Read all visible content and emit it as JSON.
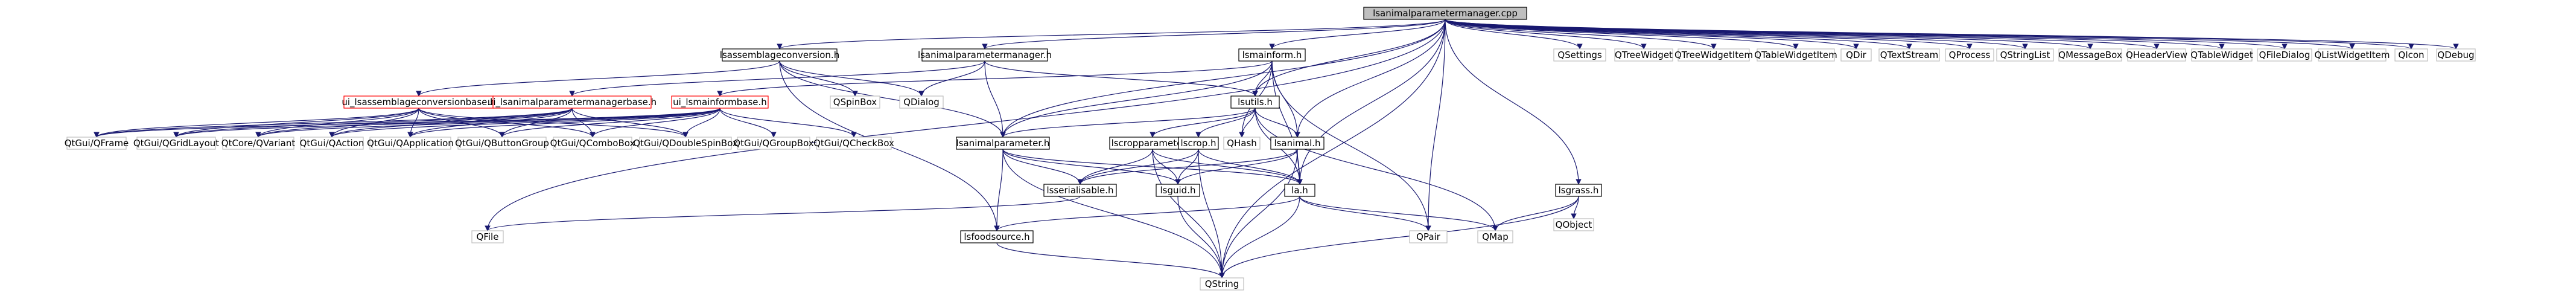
{
  "diagram": {
    "colors": {
      "edge": "#191970",
      "box_border_default": "#000000",
      "box_border_missing_doc": "#bfbfbf",
      "box_border_undocumented": "#ff0000",
      "root_fill": "#bfbfbf",
      "box_fill": "#ffffff"
    },
    "nodes": [
      {
        "id": "root",
        "label": "lsanimalparametermanager.cpp",
        "style": "root"
      },
      {
        "id": "lsassemb_h",
        "label": "lsassemblageconversion.h",
        "style": "normal"
      },
      {
        "id": "lsanimpm_h",
        "label": "lsanimalparametermanager.h",
        "style": "normal"
      },
      {
        "id": "lsmainform_h",
        "label": "lsmainform.h",
        "style": "normal"
      },
      {
        "id": "qsettings",
        "label": "QSettings",
        "style": "external"
      },
      {
        "id": "qtreewidget",
        "label": "QTreeWidget",
        "style": "external"
      },
      {
        "id": "qtreewidgetitem",
        "label": "QTreeWidgetItem",
        "style": "external"
      },
      {
        "id": "qtablewidgetitem",
        "label": "QTableWidgetItem",
        "style": "external"
      },
      {
        "id": "qdir",
        "label": "QDir",
        "style": "external"
      },
      {
        "id": "qtextstream",
        "label": "QTextStream",
        "style": "external"
      },
      {
        "id": "qprocess",
        "label": "QProcess",
        "style": "external"
      },
      {
        "id": "qstringlist",
        "label": "QStringList",
        "style": "external"
      },
      {
        "id": "qmessagebox",
        "label": "QMessageBox",
        "style": "external"
      },
      {
        "id": "qheaderview",
        "label": "QHeaderView",
        "style": "external"
      },
      {
        "id": "qtablewidget",
        "label": "QTableWidget",
        "style": "external"
      },
      {
        "id": "qfiledialog",
        "label": "QFileDialog",
        "style": "external"
      },
      {
        "id": "qlistwidgetitem",
        "label": "QListWidgetItem",
        "style": "external"
      },
      {
        "id": "qicon",
        "label": "QIcon",
        "style": "external"
      },
      {
        "id": "qdebug",
        "label": "QDebug",
        "style": "external"
      },
      {
        "id": "ui_assemb",
        "label": "ui_lsassemblageconversionbase.h",
        "style": "undocumented"
      },
      {
        "id": "ui_animpm",
        "label": "ui_lsanimalparametermanagerbase.h",
        "style": "undocumented"
      },
      {
        "id": "ui_mainform",
        "label": "ui_lsmainformbase.h",
        "style": "undocumented"
      },
      {
        "id": "qspinbox",
        "label": "QSpinBox",
        "style": "external"
      },
      {
        "id": "qdialog",
        "label": "QDialog",
        "style": "external"
      },
      {
        "id": "lsutils_h",
        "label": "lsutils.h",
        "style": "normal"
      },
      {
        "id": "lsgrass_h",
        "label": "lsgrass.h",
        "style": "normal"
      },
      {
        "id": "qtgui_qframe",
        "label": "QtGui/QFrame",
        "style": "external"
      },
      {
        "id": "qtgui_qgridlayout",
        "label": "QtGui/QGridLayout",
        "style": "external"
      },
      {
        "id": "qtcore_qvariant",
        "label": "QtCore/QVariant",
        "style": "external"
      },
      {
        "id": "qtgui_qaction",
        "label": "QtGui/QAction",
        "style": "external"
      },
      {
        "id": "qtgui_qapplication",
        "label": "QtGui/QApplication",
        "style": "external"
      },
      {
        "id": "qtgui_qbuttongroup",
        "label": "QtGui/QButtonGroup",
        "style": "external"
      },
      {
        "id": "qtgui_qcombobox",
        "label": "QtGui/QComboBox",
        "style": "external"
      },
      {
        "id": "qtgui_qdoublespinbox",
        "label": "QtGui/QDoubleSpinBox",
        "style": "external"
      },
      {
        "id": "qtgui_qgroupbox",
        "label": "QtGui/QGroupBox",
        "style": "external"
      },
      {
        "id": "qtgui_qcheckbox",
        "label": "QtGui/QCheckBox",
        "style": "external"
      },
      {
        "id": "lsanimalparameter_h",
        "label": "lsanimalparameter.h",
        "style": "normal"
      },
      {
        "id": "lscropparameter_h",
        "label": "lscropparameter.h",
        "style": "normal"
      },
      {
        "id": "lscrop_h",
        "label": "lscrop.h",
        "style": "normal"
      },
      {
        "id": "qhash",
        "label": "QHash",
        "style": "external"
      },
      {
        "id": "lsanimal_h",
        "label": "lsanimal.h",
        "style": "normal"
      },
      {
        "id": "lsserialisable_h",
        "label": "lsserialisable.h",
        "style": "normal"
      },
      {
        "id": "lsguid_h",
        "label": "lsguid.h",
        "style": "normal"
      },
      {
        "id": "la_h",
        "label": "la.h",
        "style": "normal"
      },
      {
        "id": "qpair",
        "label": "QPair",
        "style": "external"
      },
      {
        "id": "qmap",
        "label": "QMap",
        "style": "external"
      },
      {
        "id": "qobject",
        "label": "QObject",
        "style": "external"
      },
      {
        "id": "qfile",
        "label": "QFile",
        "style": "external"
      },
      {
        "id": "lsfoodsource_h",
        "label": "lsfoodsource.h",
        "style": "normal"
      },
      {
        "id": "qstring",
        "label": "QString",
        "style": "external"
      }
    ],
    "edges": [
      [
        "root",
        "lsassemb_h"
      ],
      [
        "root",
        "lsanimpm_h"
      ],
      [
        "root",
        "lsmainform_h"
      ],
      [
        "root",
        "qsettings"
      ],
      [
        "root",
        "qtreewidget"
      ],
      [
        "root",
        "qtreewidgetitem"
      ],
      [
        "root",
        "qtablewidgetitem"
      ],
      [
        "root",
        "qdir"
      ],
      [
        "root",
        "qtextstream"
      ],
      [
        "root",
        "qprocess"
      ],
      [
        "root",
        "qstringlist"
      ],
      [
        "root",
        "qmessagebox"
      ],
      [
        "root",
        "qheaderview"
      ],
      [
        "root",
        "qtablewidget"
      ],
      [
        "root",
        "qfiledialog"
      ],
      [
        "root",
        "qlistwidgetitem"
      ],
      [
        "root",
        "qicon"
      ],
      [
        "root",
        "qdebug"
      ],
      [
        "root",
        "lsutils_h"
      ],
      [
        "root",
        "lsanimal_h"
      ],
      [
        "root",
        "lsgrass_h"
      ],
      [
        "root",
        "qpair"
      ],
      [
        "root",
        "qfile"
      ],
      [
        "root",
        "qstring"
      ],
      [
        "root",
        "la_h"
      ],
      [
        "root",
        "lsanimalparameter_h"
      ],
      [
        "lsassemb_h",
        "ui_assemb"
      ],
      [
        "lsassemb_h",
        "qspinbox"
      ],
      [
        "lsassemb_h",
        "lsanimalparameter_h"
      ],
      [
        "lsassemb_h",
        "lsfoodsource_h"
      ],
      [
        "lsassemb_h",
        "qdialog"
      ],
      [
        "lsanimpm_h",
        "ui_animpm"
      ],
      [
        "lsanimpm_h",
        "qdialog"
      ],
      [
        "lsanimpm_h",
        "lsutils_h"
      ],
      [
        "lsanimpm_h",
        "lsanimalparameter_h"
      ],
      [
        "lsmainform_h",
        "ui_mainform"
      ],
      [
        "lsmainform_h",
        "lsutils_h"
      ],
      [
        "lsmainform_h",
        "lsanimal_h"
      ],
      [
        "lsmainform_h",
        "lsanimalparameter_h"
      ],
      [
        "lsmainform_h",
        "qhash"
      ],
      [
        "lsmainform_h",
        "la_h"
      ],
      [
        "lsmainform_h",
        "qpair"
      ],
      [
        "ui_assemb",
        "qtgui_qframe"
      ],
      [
        "ui_assemb",
        "qtgui_qgridlayout"
      ],
      [
        "ui_assemb",
        "qtcore_qvariant"
      ],
      [
        "ui_assemb",
        "qtgui_qaction"
      ],
      [
        "ui_assemb",
        "qtgui_qapplication"
      ],
      [
        "ui_assemb",
        "qtgui_qbuttongroup"
      ],
      [
        "ui_assemb",
        "qtgui_qcombobox"
      ],
      [
        "ui_assemb",
        "qtgui_qdoublespinbox"
      ],
      [
        "ui_animpm",
        "qtgui_qframe"
      ],
      [
        "ui_animpm",
        "qtgui_qgridlayout"
      ],
      [
        "ui_animpm",
        "qtcore_qvariant"
      ],
      [
        "ui_animpm",
        "qtgui_qaction"
      ],
      [
        "ui_animpm",
        "qtgui_qapplication"
      ],
      [
        "ui_animpm",
        "qtgui_qbuttongroup"
      ],
      [
        "ui_animpm",
        "qtgui_qcombobox"
      ],
      [
        "ui_animpm",
        "qtgui_qdoublespinbox"
      ],
      [
        "ui_mainform",
        "qtgui_qframe"
      ],
      [
        "ui_mainform",
        "qtgui_qgridlayout"
      ],
      [
        "ui_mainform",
        "qtcore_qvariant"
      ],
      [
        "ui_mainform",
        "qtgui_qaction"
      ],
      [
        "ui_mainform",
        "qtgui_qapplication"
      ],
      [
        "ui_mainform",
        "qtgui_qbuttongroup"
      ],
      [
        "ui_mainform",
        "qtgui_qcombobox"
      ],
      [
        "ui_mainform",
        "qtgui_qdoublespinbox"
      ],
      [
        "ui_mainform",
        "qtgui_qgroupbox"
      ],
      [
        "ui_mainform",
        "qtgui_qcheckbox"
      ],
      [
        "lsutils_h",
        "lsanimalparameter_h"
      ],
      [
        "lsutils_h",
        "lscropparameter_h"
      ],
      [
        "lsutils_h",
        "lscrop_h"
      ],
      [
        "lsutils_h",
        "qhash"
      ],
      [
        "lsutils_h",
        "lsanimal_h"
      ],
      [
        "lsutils_h",
        "la_h"
      ],
      [
        "lsutils_h",
        "qmap"
      ],
      [
        "lsanimalparameter_h",
        "lsserialisable_h"
      ],
      [
        "lsanimalparameter_h",
        "lsguid_h"
      ],
      [
        "lsanimalparameter_h",
        "la_h"
      ],
      [
        "lsanimalparameter_h",
        "lsfoodsource_h"
      ],
      [
        "lsanimalparameter_h",
        "qstring"
      ],
      [
        "lscropparameter_h",
        "lsserialisable_h"
      ],
      [
        "lscropparameter_h",
        "lsguid_h"
      ],
      [
        "lscropparameter_h",
        "la_h"
      ],
      [
        "lscropparameter_h",
        "qstring"
      ],
      [
        "lscrop_h",
        "lsserialisable_h"
      ],
      [
        "lscrop_h",
        "lsguid_h"
      ],
      [
        "lscrop_h",
        "la_h"
      ],
      [
        "lscrop_h",
        "qstring"
      ],
      [
        "lsanimal_h",
        "lsserialisable_h"
      ],
      [
        "lsanimal_h",
        "lsguid_h"
      ],
      [
        "lsanimal_h",
        "la_h"
      ],
      [
        "lsanimal_h",
        "qstring"
      ],
      [
        "lsserialisable_h",
        "qfile"
      ],
      [
        "lsguid_h",
        "qstring"
      ],
      [
        "la_h",
        "lsfoodsource_h"
      ],
      [
        "la_h",
        "qpair"
      ],
      [
        "la_h",
        "qmap"
      ],
      [
        "la_h",
        "qstring"
      ],
      [
        "lsfoodsource_h",
        "qstring"
      ],
      [
        "lsgrass_h",
        "qmap"
      ],
      [
        "lsgrass_h",
        "qobject"
      ],
      [
        "lsgrass_h",
        "qstring"
      ]
    ]
  }
}
